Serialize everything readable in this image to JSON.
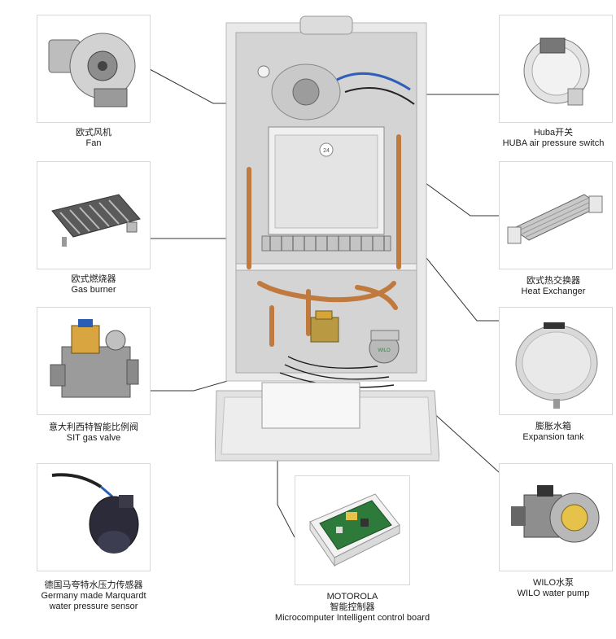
{
  "components": [
    {
      "id": "fan",
      "name_cn": "欧式风机",
      "name_en": "Fan"
    },
    {
      "id": "gas-burner",
      "name_cn": "欧式燃烧器",
      "name_en": "Gas burner"
    },
    {
      "id": "sit-gas-valve",
      "name_cn": "意大利西特智能比例阀",
      "name_en": "SIT gas valve"
    },
    {
      "id": "water-pressure-sensor",
      "name_cn": "德国马夸特水压力传感器",
      "name_en": "Germany made Marquardt",
      "name_en_2": "water pressure sensor"
    },
    {
      "id": "control-board",
      "name_brand": "MOTOROLA",
      "name_cn": "智能控制器",
      "name_en": "Microcomputer Intelligent control board"
    },
    {
      "id": "water-pump",
      "name_cn": "WILO水泵",
      "name_en": "WILO water pump"
    },
    {
      "id": "expansion-tank",
      "name_cn": "膨胀水箱",
      "name_en": "Expansion tank"
    },
    {
      "id": "heat-exchanger",
      "name_cn": "欧式热交换器",
      "name_en": "Heat Exchanger"
    },
    {
      "id": "air-pressure-switch",
      "name_cn": "Huba开关",
      "name_en": "HUBA air pressure switch"
    }
  ],
  "boiler": {
    "badge": "24",
    "pump_label": "WILO"
  },
  "colors": {
    "line": "#333333",
    "frame": "#d8d8d8",
    "copper": "#c07a3e",
    "panel": "#ececec"
  }
}
